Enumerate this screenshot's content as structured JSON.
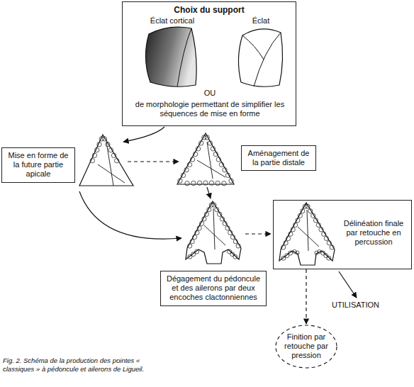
{
  "diagram": {
    "caption": "Fig. 2. Schéma de la production des pointes « classiques » à pédoncule et ailerons de Ligueil.",
    "nodes": [
      {
        "text": [
          "Choix du support",
          "Éclat cortical",
          "Éclat",
          "OU",
          "de morphologie permettant de simplifier les séquences de mise en forme"
        ]
      },
      {
        "text": [
          "Mise en forme de la future partie apicale"
        ]
      },
      {
        "text": [
          "Aménagement de la partie distale"
        ]
      },
      {
        "text": [
          "Dégagement du pédoncule et des ailerons par deux encoches clactonniennes"
        ]
      },
      {
        "text": [
          "Délinéation finale par retouche en percussion"
        ]
      },
      {
        "text": [
          "Finition par retouche par pression"
        ]
      }
    ],
    "edges": [
      {
        "from": 4,
        "to": 5,
        "arrow": "to"
      }
    ],
    "labels": [
      "UTILISATION"
    ]
  }
}
